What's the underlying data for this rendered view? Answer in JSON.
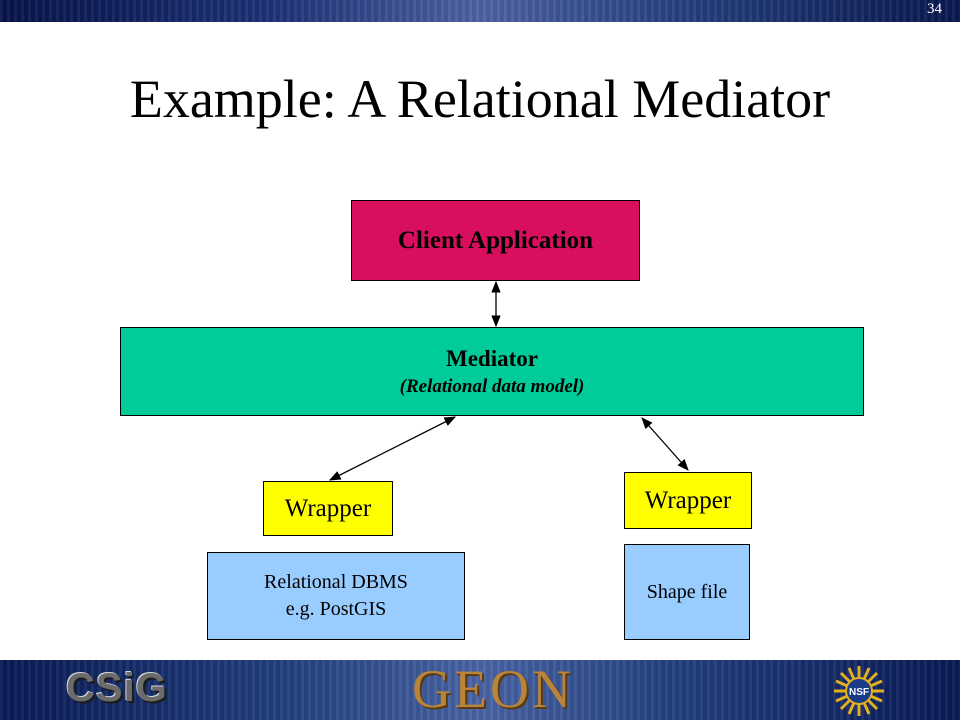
{
  "slide": {
    "number": "34",
    "title": "Example: A Relational Mediator"
  },
  "diagram": {
    "client": {
      "label": "Client Application",
      "color": "#d80f5f"
    },
    "mediator": {
      "label": "Mediator",
      "sublabel": "(Relational data model)",
      "color": "#00cc99"
    },
    "wrappers": [
      {
        "label": "Wrapper",
        "color": "#ffff00"
      },
      {
        "label": "Wrapper",
        "color": "#ffff00"
      }
    ],
    "sources": [
      {
        "line1": "Relational DBMS",
        "line2": "e.g. PostGIS",
        "color": "#99ccff"
      },
      {
        "line1": "Shape file",
        "color": "#99ccff"
      }
    ],
    "edges": [
      {
        "from": "client",
        "to": "mediator",
        "direction": "both"
      },
      {
        "from": "mediator",
        "to": "wrapper-left",
        "direction": "both"
      },
      {
        "from": "mediator",
        "to": "wrapper-right",
        "direction": "both"
      }
    ]
  },
  "footer": {
    "logos": [
      "CSiG",
      "GEON",
      "NSF"
    ]
  }
}
